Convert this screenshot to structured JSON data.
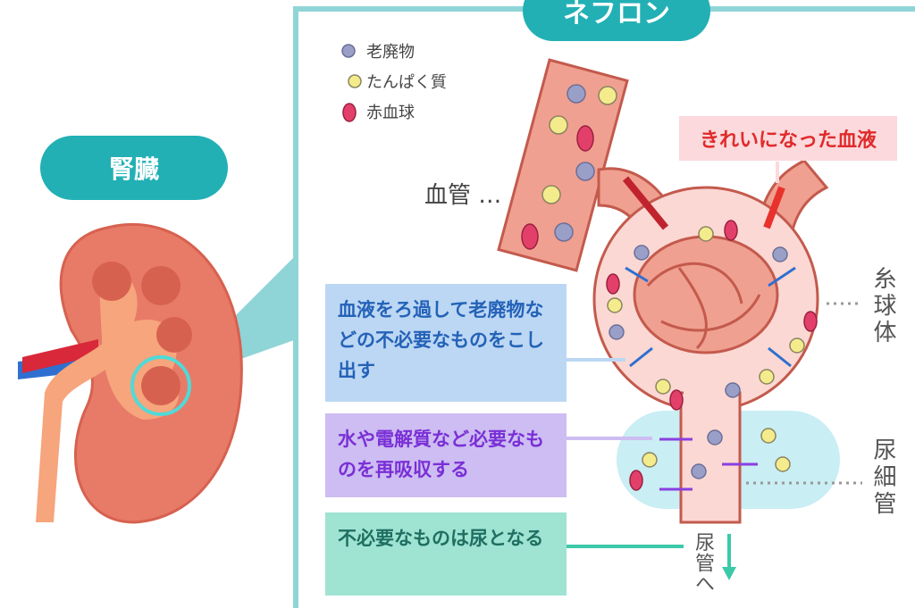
{
  "kidney_title": "腎臓",
  "nephron_title": "ネフロン",
  "legend": [
    {
      "label": "老廃物",
      "icon": "waste-icon",
      "color": "#9a9fc8"
    },
    {
      "label": "たんぱく質",
      "icon": "protein-icon",
      "color": "#f4ec8c"
    },
    {
      "label": "赤血球",
      "icon": "red-blood-cell-icon",
      "color": "#e2406a"
    }
  ],
  "labels": {
    "vessel": "血管 …",
    "clean_blood": "きれいになった血液",
    "glomerulus": "糸球体",
    "tubule": "尿細管",
    "to_ureter": "尿管へ"
  },
  "boxes": [
    {
      "text": "血液をろ過して老廃物などの不必要なものをこし出す",
      "color": "#bcd7f3",
      "text_color": "#2462b8"
    },
    {
      "text": "水や電解質など必要なものを再吸収する",
      "color": "#cdbdf2",
      "text_color": "#7a2fd6"
    },
    {
      "text": "不必要なものは尿となる",
      "color": "#9fe3d2",
      "text_color": "#1f6f62"
    }
  ]
}
